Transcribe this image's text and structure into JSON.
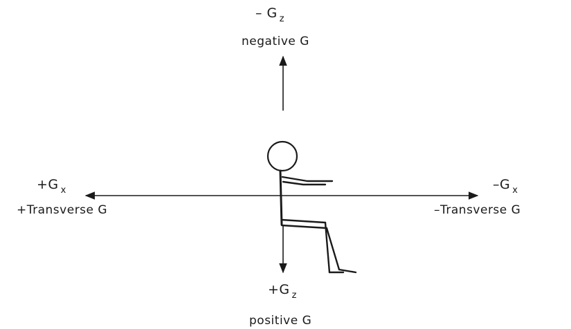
{
  "axes": {
    "top": {
      "sign": "– G",
      "subscript": "z",
      "caption": "negative G"
    },
    "bottom": {
      "sign": "+G",
      "subscript": "z",
      "caption": "positive G"
    },
    "left": {
      "sign": "+G",
      "subscript": "x",
      "caption": "+Transverse G"
    },
    "right": {
      "sign": "–G",
      "subscript": "x",
      "caption": "–Transverse G"
    }
  },
  "colors": {
    "ink": "#1a1a1a",
    "background": "#ffffff"
  }
}
